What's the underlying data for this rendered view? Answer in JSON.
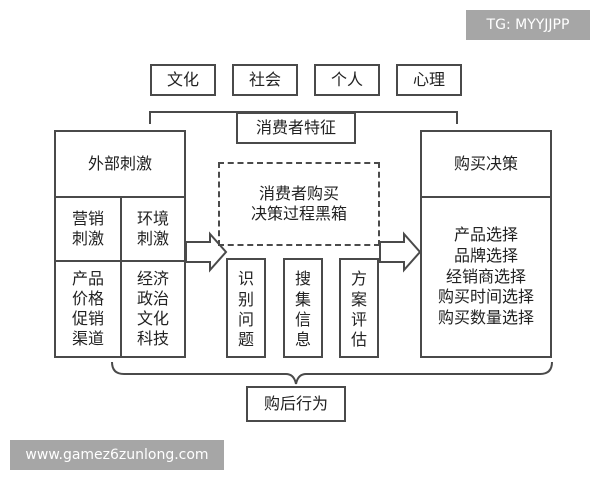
{
  "watermark_top": "TG: MYYJJPP",
  "watermark_bottom": "www.gamez6zunlong.com",
  "top_factors": [
    "文化",
    "社会",
    "个人",
    "心理"
  ],
  "consumer_traits": "消费者特征",
  "external": {
    "title": "外部刺激",
    "marketing_title": "营销\n刺激",
    "environment_title": "环境\n刺激",
    "marketing_items": "产品\n价格\n促销\n渠道",
    "environment_items": "经济\n政治\n文化\n科技"
  },
  "black_box": "消费者购买\n决策过程黑箱",
  "process_steps": [
    "识\n别\n问\n题",
    "搜\n集\n信\n息",
    "方\n案\n评\n估"
  ],
  "decision": {
    "title": "购买决策",
    "items": "产品选择\n品牌选择\n经销商选择\n购买时间选择\n购买数量选择"
  },
  "post_purchase": "购后行为",
  "colors": {
    "border": "#4a4a4a",
    "banner_bg": "#a6a6a6",
    "banner_text": "#ffffff"
  }
}
